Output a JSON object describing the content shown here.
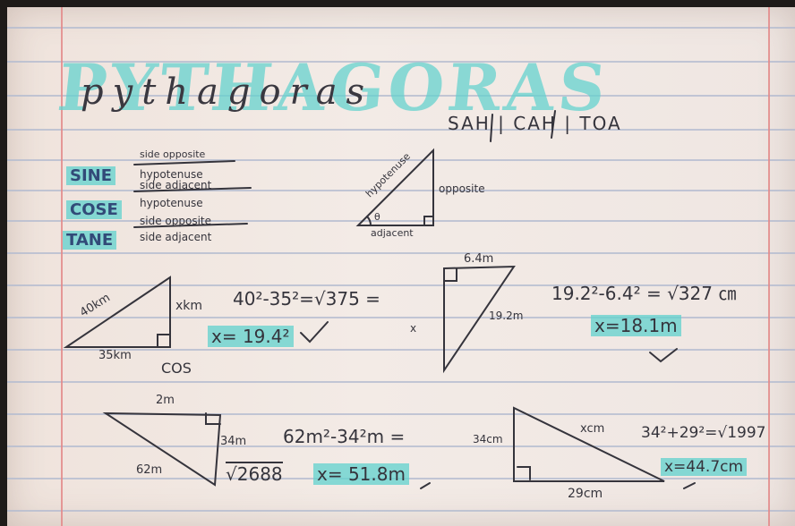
{
  "title": {
    "highlight": "PYTHAGORAS",
    "script": "pythagoras"
  },
  "mnemonic": "SAH | CAH | TOA",
  "ratios": {
    "sine": {
      "label": "SINE",
      "num": "side opposite",
      "den": "hypotenuse"
    },
    "cos": {
      "label": "COSE",
      "num": "side adjacent",
      "den": "hypotenuse"
    },
    "tan": {
      "label": "TANE",
      "num": "side opposite",
      "den": "side adjacent"
    }
  },
  "reference_triangle": {
    "hyp": "hypotenuse",
    "opp": "opposite",
    "adj": "adjacent",
    "angle": "θ"
  },
  "ex1": {
    "hyp": "40km",
    "side": "xkm",
    "base": "35km",
    "work": "40²-35²=√375 =",
    "answer": "x= 19.4²",
    "note": "COS"
  },
  "ex2": {
    "top": "6.4m",
    "left": "x",
    "hyp": "19.2m",
    "work": "19.2²-6.4² = √327 ㎝",
    "answer": "x=18.1m"
  },
  "ex3": {
    "top": "2m",
    "side": "34m",
    "hyp": "62m",
    "work": "62m²-34²m =",
    "root": "√2688",
    "answer": "x= 51.8m"
  },
  "ex4": {
    "side": "34cm",
    "hyp": "xcm",
    "base": "29cm",
    "work": "34²+29²=√1997",
    "answer": "x=44.7cm"
  }
}
